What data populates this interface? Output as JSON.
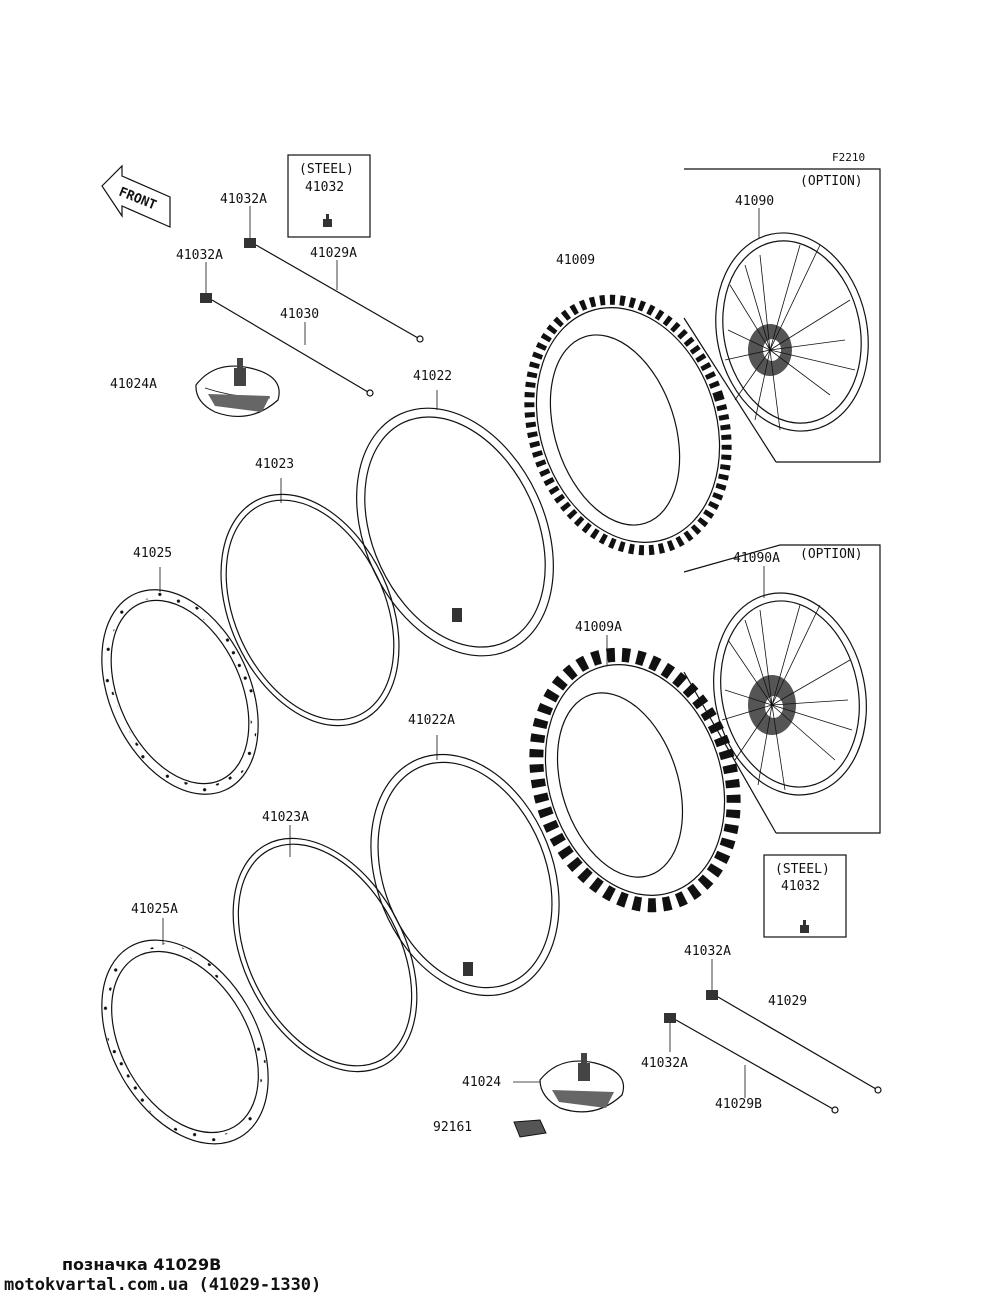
{
  "diagram": {
    "code": "F2210",
    "front_label": "FRONT",
    "option_label_1": "(OPTION)",
    "option_label_2": "(OPTION)",
    "steel_box_1": {
      "title": "(STEEL)",
      "part": "41032"
    },
    "steel_box_2": {
      "title": "(STEEL)",
      "part": "41032"
    },
    "parts": {
      "p41032A_a": "41032A",
      "p41029A": "41029A",
      "p41032A_b": "41032A",
      "p41030": "41030",
      "p41024A": "41024A",
      "p41090": "41090",
      "p41009": "41009",
      "p41022": "41022",
      "p41023": "41023",
      "p41025": "41025",
      "p41090A": "41090A",
      "p41009A": "41009A",
      "p41022A": "41022A",
      "p41023A": "41023A",
      "p41025A": "41025A",
      "p41032A_c": "41032A",
      "p41029": "41029",
      "p41032A_d": "41032A",
      "p41029B": "41029B",
      "p41024": "41024",
      "p92161": "92161"
    }
  },
  "footer": {
    "line1": "позначка 41029B",
    "line2": "motokvartal.com.ua (41029-1330)"
  }
}
